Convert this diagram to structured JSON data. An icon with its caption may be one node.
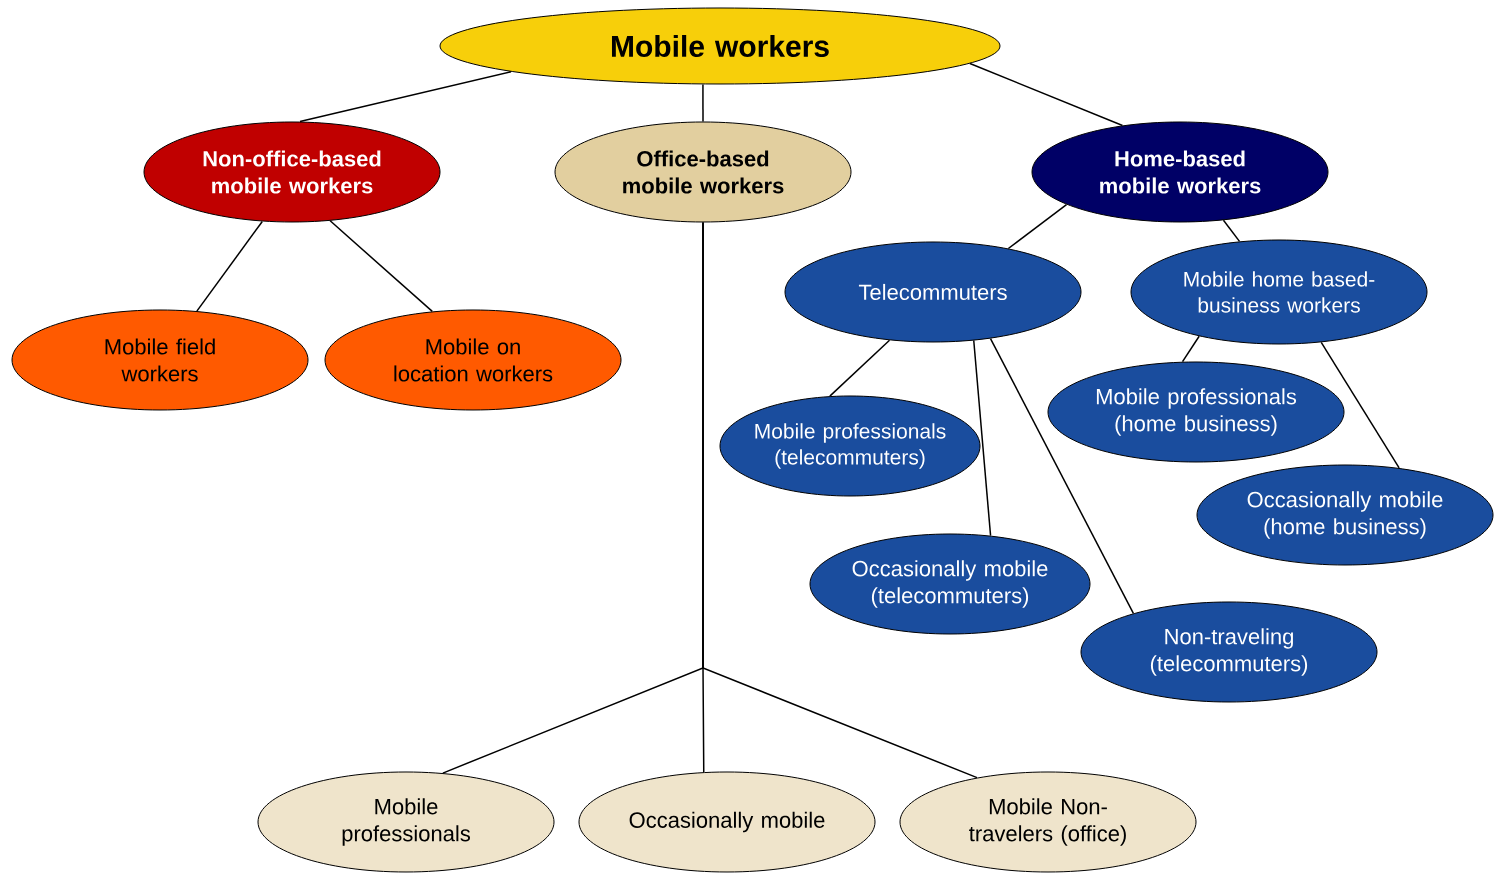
{
  "diagram": {
    "nodes": [
      {
        "text": [
          "Mobile workers"
        ]
      },
      {
        "text": [
          "Non-office-based mobile workers"
        ]
      },
      {
        "text": [
          "Office-based mobile workers"
        ]
      },
      {
        "text": [
          "Home-based mobile workers"
        ]
      },
      {
        "text": [
          "Mobile field workers"
        ]
      },
      {
        "text": [
          "Mobile on location workers"
        ]
      },
      {
        "text": [
          "Telecommuters"
        ]
      },
      {
        "text": [
          "Mobile home based-business workers"
        ]
      },
      {
        "text": [
          "Mobile professionals (telecommuters)"
        ]
      },
      {
        "text": [
          "Occasionally mobile (telecommuters)"
        ]
      },
      {
        "text": [
          "Non-traveling (telecommuters)"
        ]
      },
      {
        "text": [
          "Mobile professionals (home business)"
        ]
      },
      {
        "text": [
          "Occasionally mobile (home business)"
        ]
      },
      {
        "text": [
          "Mobile professionals"
        ]
      },
      {
        "text": [
          "Occasionally mobile"
        ]
      },
      {
        "text": [
          "Mobile Non-travelers (office)"
        ]
      }
    ],
    "edges": [
      {
        "from": 0,
        "to": 1,
        "arrow": "none"
      },
      {
        "from": 0,
        "to": 2,
        "arrow": "none"
      },
      {
        "from": 0,
        "to": 3,
        "arrow": "none"
      },
      {
        "from": 1,
        "to": 4,
        "arrow": "none"
      },
      {
        "from": 1,
        "to": 5,
        "arrow": "none"
      },
      {
        "from": 3,
        "to": 6,
        "arrow": "none"
      },
      {
        "from": 3,
        "to": 7,
        "arrow": "none"
      },
      {
        "from": 6,
        "to": 8,
        "arrow": "none"
      },
      {
        "from": 6,
        "to": 9,
        "arrow": "none"
      },
      {
        "from": 6,
        "to": 10,
        "arrow": "none"
      },
      {
        "from": 7,
        "to": 11,
        "arrow": "none"
      },
      {
        "from": 7,
        "to": 12,
        "arrow": "none"
      },
      {
        "from": 2,
        "to": 13,
        "arrow": "none"
      },
      {
        "from": 2,
        "to": 14,
        "arrow": "none"
      },
      {
        "from": 2,
        "to": 15,
        "arrow": "none"
      }
    ]
  }
}
